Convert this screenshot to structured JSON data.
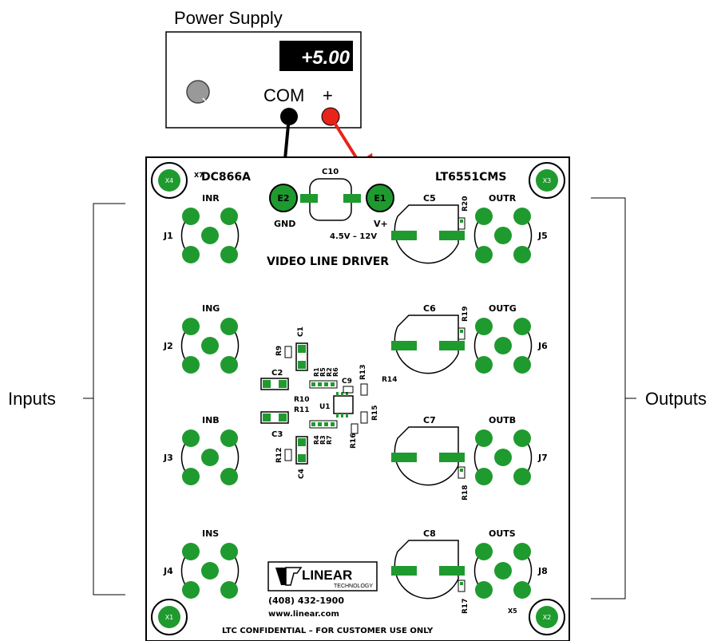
{
  "power_supply": {
    "title": "Power Supply",
    "display": "+5.00",
    "com_label": "COM",
    "plus_label": "+"
  },
  "side_labels": {
    "inputs": "Inputs",
    "outputs": "Outputs"
  },
  "board": {
    "name": "DC866A",
    "part": "LT6551CMS",
    "subtitle": "VIDEO LINE DRIVER",
    "gnd_label": "GND",
    "vplus_label": "V+",
    "voltage_range": "4.5V – 12V",
    "e1": "E1",
    "e2": "E2",
    "c10": "C10",
    "input_connectors": [
      {
        "name": "INR",
        "ref": "J1"
      },
      {
        "name": "ING",
        "ref": "J2"
      },
      {
        "name": "INB",
        "ref": "J3"
      },
      {
        "name": "INS",
        "ref": "J4"
      }
    ],
    "output_connectors": [
      {
        "name": "OUTR",
        "ref": "J5",
        "cap": "C5",
        "res": "R20"
      },
      {
        "name": "OUTG",
        "ref": "J6",
        "cap": "C6",
        "res": "R19"
      },
      {
        "name": "OUTB",
        "ref": "J7",
        "cap": "C7",
        "res": "R18"
      },
      {
        "name": "OUTS",
        "ref": "J8",
        "cap": "C8",
        "res": "R17"
      }
    ],
    "mount_holes": {
      "x1": "X1",
      "x2": "X2",
      "x3": "X3",
      "x4": "X4",
      "x5": "X5",
      "x7": "X7"
    },
    "center": {
      "c1": "C1",
      "c2": "C2",
      "c3": "C3",
      "c4": "C4",
      "c9": "C9",
      "r9": "R9",
      "r10": "R10",
      "r11": "R11",
      "r12": "R12",
      "r13": "R13",
      "r14": "R14",
      "r15": "R15",
      "r16": "R16",
      "r1": "R1",
      "r5": "R5",
      "r2": "R2",
      "r6": "R6",
      "r4": "R4",
      "r3": "R3",
      "r7": "R7",
      "u1": "U1"
    },
    "logo_text": "LINEAR",
    "logo_sub": "TECHNOLOGY",
    "phone": "(408) 432-1900",
    "website": "www.linear.com",
    "footer": "LTC CONFIDENTIAL – FOR CUSTOMER USE ONLY"
  },
  "colors": {
    "pad": "#1f9a2f",
    "pad_dark": "#0e6b1a",
    "wire_com": "#000000",
    "wire_plus": "#e8231a",
    "display_bg": "#000000"
  }
}
